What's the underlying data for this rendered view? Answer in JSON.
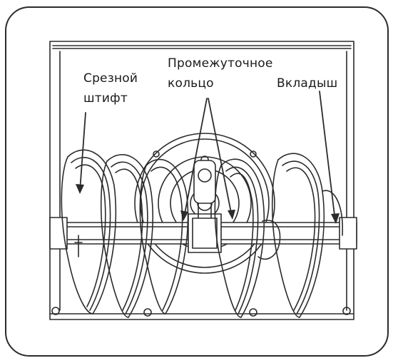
{
  "labels": {
    "shear_pin": [
      "Срезной",
      "штифт"
    ],
    "spacer_ring": [
      "Промежуточное",
      "кольцо"
    ],
    "bushing": [
      "Вкладыш"
    ]
  },
  "colors": {
    "line": "#2b2b2b",
    "background": "#ffffff"
  }
}
